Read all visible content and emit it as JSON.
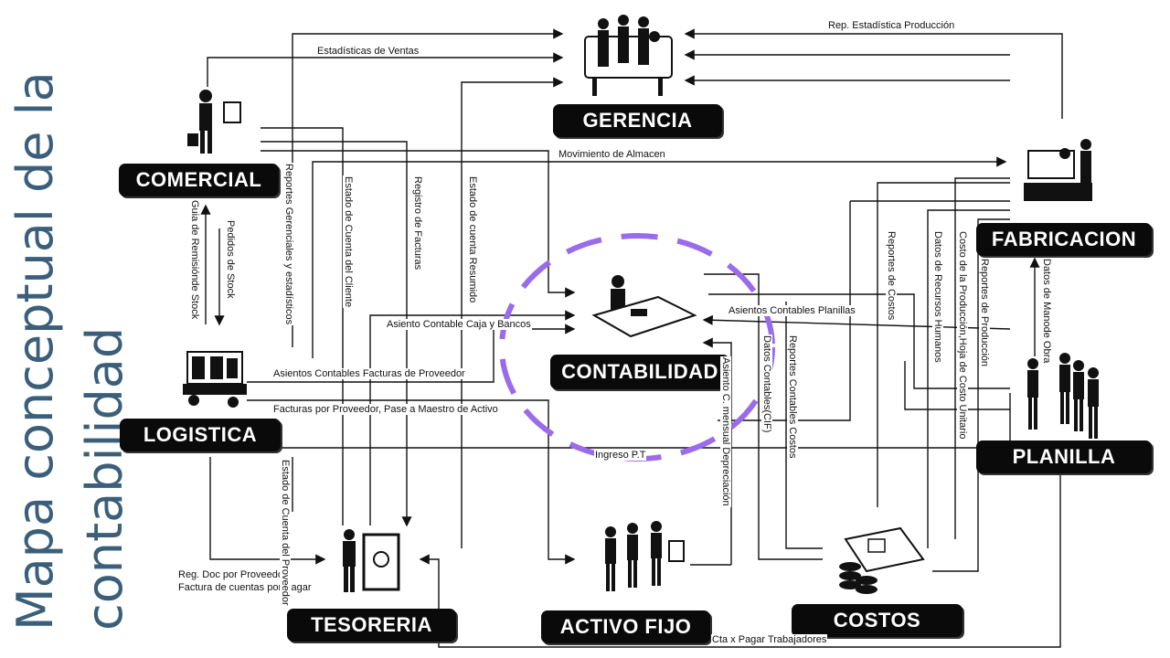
{
  "title": {
    "line1": "Mapa conceptual de la",
    "line2": "contabilidad"
  },
  "nodes": {
    "gerencia": "GERENCIA",
    "comercial": "COMERCIAL",
    "fabricacion": "FABRICACION",
    "contabilidad": "CONTABILIDAD",
    "logistica": "LOGISTICA",
    "planilla": "PLANILLA",
    "tesoreria": "TESORERIA",
    "activo_fijo": "ACTIVO FIJO",
    "costos": "COSTOS"
  },
  "labels": {
    "rep_estadistica": "Rep. Estadística  Producción",
    "estadisticas_ventas": "Estadísticas de Ventas",
    "movimiento_almacen": "Movimiento de Almacen",
    "reportes_gerenciales": "Reportes Gerenciales y estadísticos",
    "estado_cuenta_cliente": "Estado de Cuenta del Cliente",
    "registro_facturas": "Registro de Facturas",
    "estado_cuenta_resumido": "Estado de cuenta Resumido",
    "guia_remision": "Guia de Remisiónde Stock",
    "pedidos_stock": "Pedidos de Stock",
    "asiento_caja_bancos": "Asiento Contable Caja y Bancos",
    "asientos_facturas_proveedor": "Asientos Contables Facturas de Proveedor",
    "facturas_proveedor": "Facturas por Proveedor, Pase a Maestro de Activo",
    "ingreso_pt": "Ingreso P.T",
    "asientos_planillas": "Asientos Contables Planillas",
    "reportes_costos": "Reportes de Costos",
    "datos_rrhh": "Datos de Recursos Humanos",
    "costo_produccion": "Costo de la Producción,Hoja de Costo Unitario",
    "reportes_produccion": "Reportes de Producción",
    "datos_mano_obra": "Datos de Manode Obra",
    "reportes_contables_costos": "Reportes Contables Costos",
    "datos_contables_cif": "Datos Contables(CIF)",
    "asiento_mensual_depreciacion": "Asiento C. mensual Depreciación",
    "estado_cuenta_proveedor": "Estado de Cuenta del Proveedor",
    "reg_doc_proveedor": "Reg. Doc por Proveedor,",
    "factura_cuentas_pagar": "Factura de cuentas por Pagar",
    "cta_pagar_trabajadores": "Cta x Pagar Trabajadores"
  },
  "colors": {
    "title": "#3b5f7a",
    "highlight": "#9a6bea",
    "node_bg": "#0a0a0a"
  },
  "icons": [
    "meeting-icon",
    "salesman-icon",
    "factory-icon",
    "accountant-icon",
    "forklift-icon",
    "workers-icon",
    "safe-icon",
    "assets-icon",
    "coins-icon"
  ]
}
